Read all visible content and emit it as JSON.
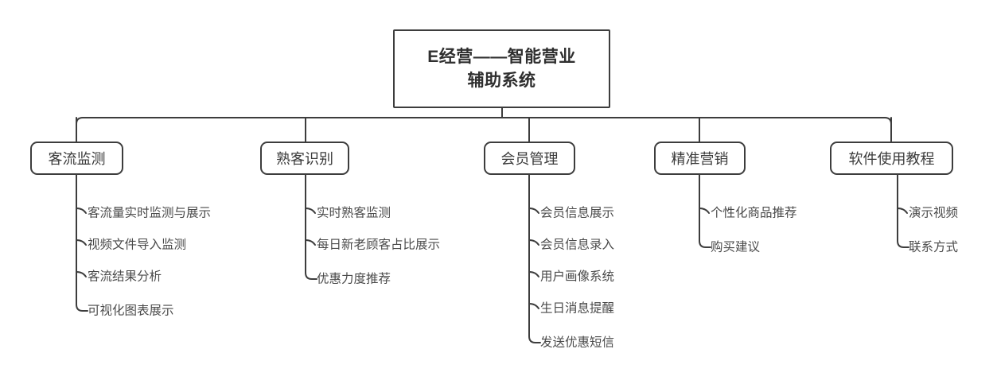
{
  "diagram": {
    "type": "mind-map",
    "title_node": {
      "label": "E经营——智能营业辅助系统",
      "line1": "E经营——智能营业",
      "line2": "辅助系统"
    },
    "style": {
      "background": "#ffffff",
      "border_color": "#3d3d3d",
      "text_color": "#3a3a3a",
      "leaf_text_color": "#4a4a4a",
      "connector_color": "#3d3d3d"
    },
    "branches": [
      {
        "label": "客流监测",
        "leaves": [
          "客流量实时监测与展示",
          "视频文件导入监测",
          "客流结果分析",
          "可视化图表展示"
        ]
      },
      {
        "label": "熟客识别",
        "leaves": [
          "实时熟客监测",
          "每日新老顾客占比展示",
          "优惠力度推荐"
        ]
      },
      {
        "label": "会员管理",
        "leaves": [
          "会员信息展示",
          "会员信息录入",
          "用户画像系统",
          "生日消息提醒",
          "发送优惠短信"
        ]
      },
      {
        "label": "精准营销",
        "leaves": [
          "个性化商品推荐",
          "购买建议"
        ]
      },
      {
        "label": "软件使用教程",
        "leaves": [
          "演示视频",
          "联系方式"
        ]
      }
    ]
  }
}
